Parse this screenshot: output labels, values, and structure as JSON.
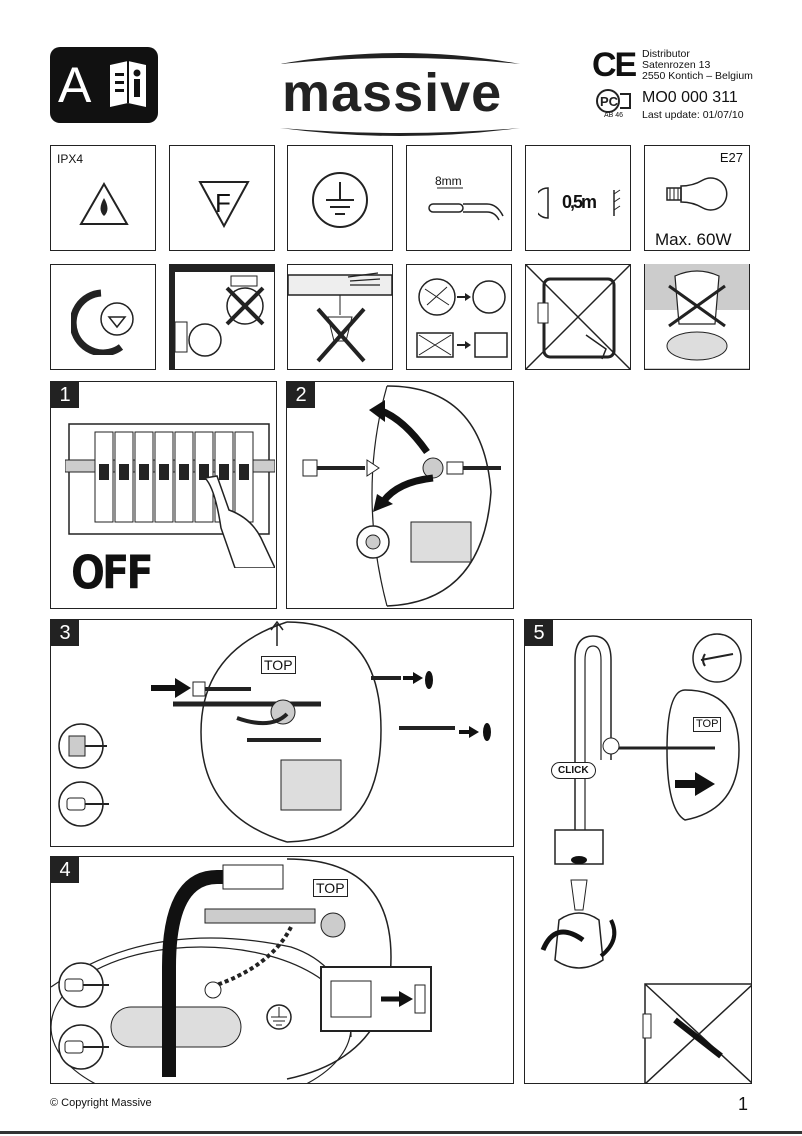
{
  "header": {
    "badge_letter": "A",
    "brand": "massive",
    "distributor_label": "Distributor",
    "address_line1": "Satenrozen 13",
    "address_line2": "2550 Kontich – Belgium",
    "model": "MO0 000 311",
    "last_update": "Last update: 01/07/10",
    "cert_code": "AB 46",
    "ce_mark": "CE"
  },
  "icons_row1": {
    "ip_rating": "IPX4",
    "f_mark": "F",
    "strip_length": "8mm",
    "distance": "0,5m",
    "socket": "E27",
    "max_power": "Max. 60W"
  },
  "steps": {
    "s1": "1",
    "s1_text": "OFF",
    "s2": "2",
    "s3": "3",
    "s3_top": "TOP",
    "s4": "4",
    "s4_top": "TOP",
    "s5": "5",
    "s5_top": "TOP",
    "s5_click": "CLICK"
  },
  "footer": {
    "copyright": "© Copyright Massive",
    "page_number": "1"
  }
}
